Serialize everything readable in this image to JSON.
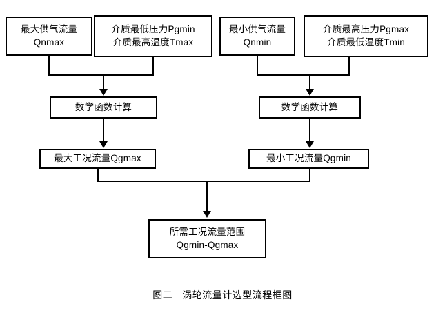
{
  "diagram": {
    "title": "涡轮流量计选型流程框图",
    "figure_label": "图二",
    "caption_full": "图二　涡轮流量计选型流程框图",
    "background_color": "#ffffff",
    "line_color": "#000000",
    "nodes": {
      "qnmax": {
        "line1": "最大供气流量",
        "line2": "Qnmax"
      },
      "pgmin": {
        "line1": "介质最低压力Pgmin",
        "line2": "介质最高温度Tmax"
      },
      "qnmin": {
        "line1": "最小供气流量",
        "line2": "Qnmin"
      },
      "pgmax": {
        "line1": "介质最高压力Pgmax",
        "line2": "介质最低温度Tmin"
      },
      "calc_left": {
        "line1": "数学函数计算"
      },
      "calc_right": {
        "line1": "数学函数计算"
      },
      "qgmax": {
        "line1": "最大工况流量Qgmax"
      },
      "qgmin": {
        "line1": "最小工况流量Qgmin"
      },
      "range": {
        "line1": "所需工况流量范围",
        "line2": "Qgmin-Qgmax"
      }
    },
    "edges": [
      {
        "from": "qnmax",
        "to": "calc_left",
        "style": "merge-elbow"
      },
      {
        "from": "pgmin",
        "to": "calc_left",
        "style": "merge-elbow"
      },
      {
        "from": "qnmin",
        "to": "calc_right",
        "style": "merge-elbow"
      },
      {
        "from": "pgmax",
        "to": "calc_right",
        "style": "merge-elbow"
      },
      {
        "from": "calc_left",
        "to": "qgmax",
        "style": "straight-arrow"
      },
      {
        "from": "calc_right",
        "to": "qgmin",
        "style": "straight-arrow"
      },
      {
        "from": "qgmax",
        "to": "range",
        "style": "merge-elbow"
      },
      {
        "from": "qgmin",
        "to": "range",
        "style": "merge-elbow"
      }
    ]
  }
}
